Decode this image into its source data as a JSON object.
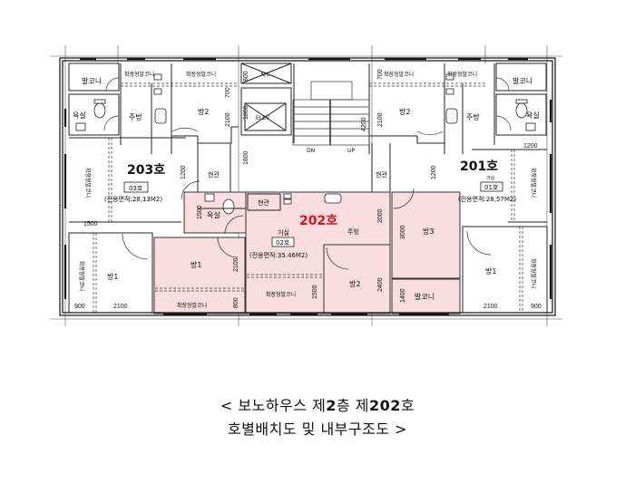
{
  "colors": {
    "highlight_fill": "#f9dde0",
    "highlight_stroke": "#c98d93",
    "wall": "#222222",
    "unit_202_label": "#e01010"
  },
  "units": {
    "u203": {
      "name": "203호",
      "code": "03호",
      "area": "(전용면적:28,13M2)",
      "rooms": {
        "balcony": "발코니",
        "bath": "욕실",
        "kitchen": "주방",
        "room2": "방2",
        "ext_balcony_top1": "확장형발코니",
        "ext_balcony_top2": "확장형발코니",
        "entry": "현관",
        "ext_balcony_left": "확장형발코니",
        "room1": "방1",
        "ext_balcony_left2": "확장형발코니"
      },
      "dims": {
        "d700": "700",
        "d2100": "2100",
        "d1200": "1200",
        "d1500": "1500",
        "d900": "900",
        "d2100b": "2100"
      }
    },
    "u202": {
      "name": "202호",
      "code": "02호",
      "area": "(전용면적:35.46M2)",
      "rooms": {
        "entry": "현관",
        "bath": "욕실",
        "living": "거실",
        "kitchen": "주방",
        "room1": "방1",
        "room2": "방2",
        "room3": "방3",
        "balcony": "발코니",
        "ext_balcony_1": "확장형발코니",
        "ext_balcony_2": "확장형발코니"
      },
      "dims": {
        "d1500a": "1500",
        "d2100": "2100",
        "d800": "800",
        "d1500b": "1500",
        "d2000": "2000",
        "d2400": "2400",
        "d3000": "3000",
        "d1400": "1400"
      }
    },
    "u201": {
      "name": "201호",
      "code": "01호",
      "small_label": "거실",
      "area": "(전용면적:28,57M2)",
      "rooms": {
        "balcony": "발코니",
        "bath": "욕실",
        "kitchen": "주방",
        "room2": "방2",
        "ext_balcony_top1": "확장형발코니",
        "ext_balcony_top2": "확장형발코니",
        "entry": "현관",
        "ext_balcony_right": "확장형발코니",
        "room1": "방1",
        "ext_balcony_right2": "확장형발코니"
      },
      "dims": {
        "d700": "700",
        "d2100": "2100",
        "d1200": "1200",
        "d1200b": "1200",
        "d2100b": "2100",
        "d900": "900"
      }
    }
  },
  "core": {
    "ac": "A/C",
    "elevator": "ELEV",
    "down": "DN",
    "up": "UP",
    "d800a": "800",
    "d1800": "1800",
    "d1800b": "1800",
    "d4200": "4200"
  },
  "caption": {
    "line1_prefix": "< 보노하우스 제",
    "line1_floor": "2",
    "line1_mid": "층 제",
    "line1_unit": "202",
    "line1_suffix": "호",
    "line2": "호별배치도 및 내부구조도  >"
  }
}
